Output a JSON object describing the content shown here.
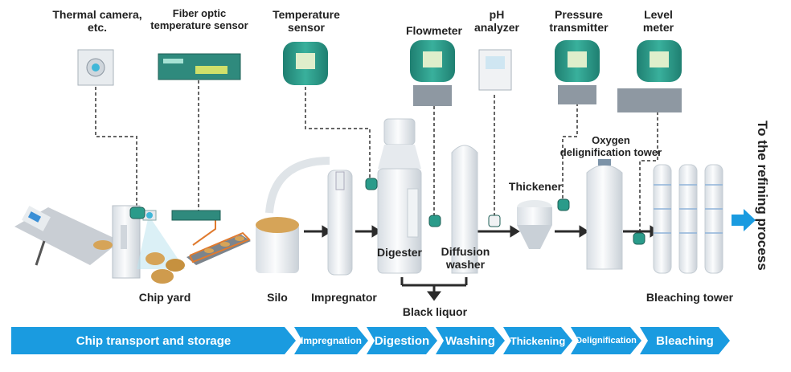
{
  "instruments": {
    "thermal_camera": [
      "Thermal camera,",
      "etc."
    ],
    "fiber_optic": [
      "Fiber optic",
      "temperature sensor"
    ],
    "temperature_sensor": [
      "Temperature",
      "sensor"
    ],
    "flowmeter": "Flowmeter",
    "ph_analyzer": [
      "pH",
      "analyzer"
    ],
    "pressure_transmitter": [
      "Pressure",
      "transmitter"
    ],
    "level_meter": [
      "Level",
      "meter"
    ]
  },
  "equipment": {
    "chip_yard": "Chip yard",
    "silo": "Silo",
    "impregnator": "Impregnator",
    "digester": "Digester",
    "diffusion_washer": [
      "Diffusion",
      "washer"
    ],
    "thickener": "Thickener",
    "oxygen_tower": [
      "Oxygen",
      "delignification tower"
    ],
    "black_liquor": "Black liquor",
    "bleaching_tower": "Bleaching tower"
  },
  "destination": "To the refining process",
  "steps": [
    "Chip transport and storage",
    "Impregnation",
    "Digestion",
    "Washing",
    "Thickening",
    "Delignification",
    "Bleaching"
  ],
  "colors": {
    "step_blue": "#1a9be0",
    "instrument_green": "#2a9b8a",
    "equipment_light": "#e4e8ec",
    "arrow_dark": "#2b2b2b",
    "pipe_orange": "#e07a2e"
  }
}
